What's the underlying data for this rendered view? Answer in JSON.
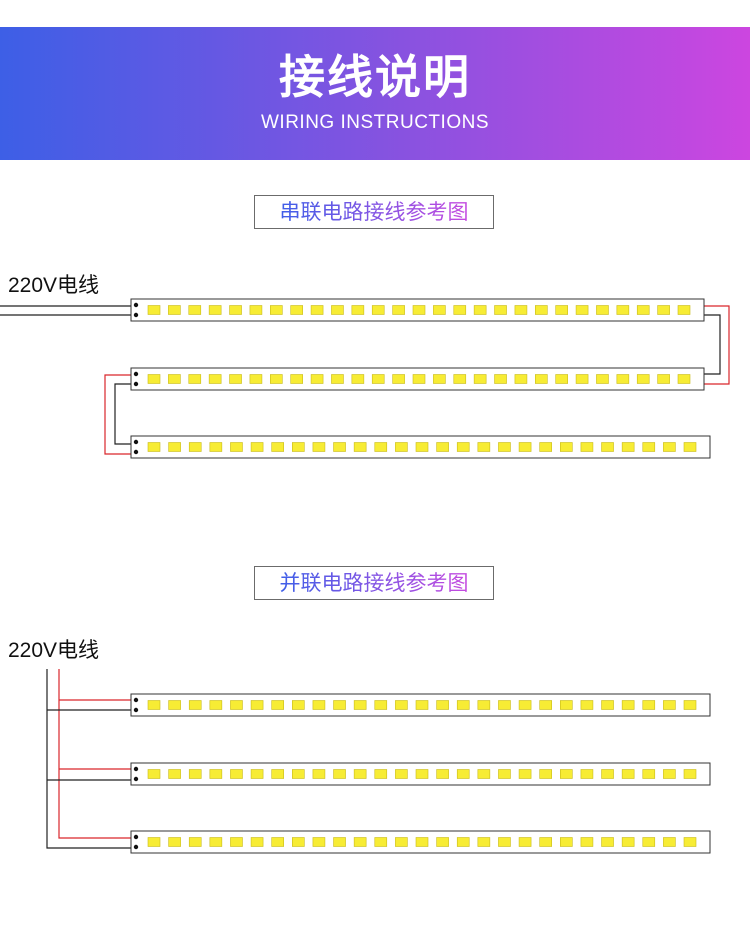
{
  "header": {
    "title": "接线说明",
    "subtitle": "WIRING INSTRUCTIONS"
  },
  "series_section": {
    "heading": "串联电路接线参考图",
    "power_label": "220V电线",
    "strip_count": 3,
    "leds_per_strip": 27
  },
  "parallel_section": {
    "heading": "并联电路接线参考图",
    "power_label": "220V电线",
    "strip_count": 3,
    "leds_per_strip": 27
  },
  "colors": {
    "gradient_start": "#3d5fe6",
    "gradient_end": "#cc46e0",
    "live_wire": "#d9262b",
    "neutral_wire": "#222222",
    "led_chip": "#f7ec34",
    "led_chip_border": "#c9bb1a",
    "strip_border": "#333333"
  }
}
